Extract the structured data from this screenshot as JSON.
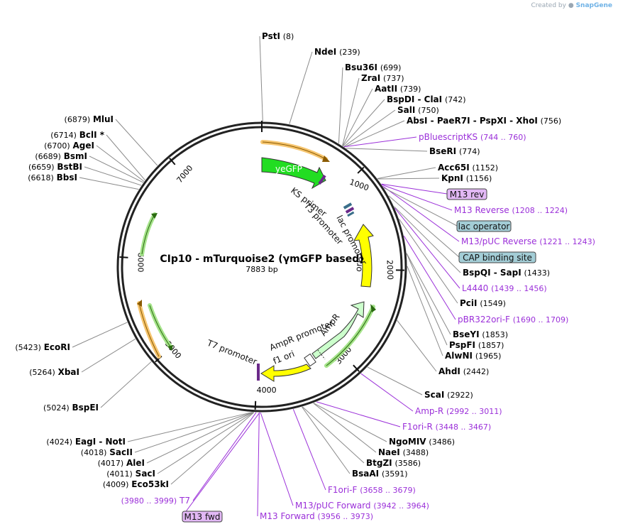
{
  "credit": {
    "prefix": "Created by",
    "brand": "SnapGene"
  },
  "plasmid": {
    "name": "CIp10 - mTurquoise2 (γmGFP based)",
    "size": "7883 bp",
    "total_bp": 7883
  },
  "ticks": [
    {
      "label": "1000",
      "bp": 1000
    },
    {
      "label": "2000",
      "bp": 2000
    },
    {
      "label": "3000",
      "bp": 3000
    },
    {
      "label": "4000",
      "bp": 4000
    },
    {
      "label": "5000",
      "bp": 5000
    },
    {
      "label": "6000",
      "bp": 6000
    },
    {
      "label": "7000",
      "bp": 7000
    }
  ],
  "enzymes": [
    {
      "name": "PstI",
      "pos": "(8)",
      "bp": 8
    },
    {
      "name": "NdeI",
      "pos": "(239)",
      "bp": 239
    },
    {
      "name": "Bsu36I",
      "pos": "(699)",
      "bp": 699
    },
    {
      "name": "ZraI",
      "pos": "(737)",
      "bp": 737
    },
    {
      "name": "AatII",
      "pos": "(739)",
      "bp": 739
    },
    {
      "name": "BspDI - ClaI",
      "pos": "(742)",
      "bp": 742
    },
    {
      "name": "SalI",
      "pos": "(750)",
      "bp": 750
    },
    {
      "name": "AbsI - PaeR7I - PspXI - XhoI",
      "pos": "(756)",
      "bp": 756
    },
    {
      "name": "BseRI",
      "pos": "(774)",
      "bp": 774
    },
    {
      "name": "Acc65I",
      "pos": "(1152)",
      "bp": 1152
    },
    {
      "name": "KpnI",
      "pos": "(1156)",
      "bp": 1156
    },
    {
      "name": "BspQI - SapI",
      "pos": "(1433)",
      "bp": 1433
    },
    {
      "name": "PciI",
      "pos": "(1549)",
      "bp": 1549
    },
    {
      "name": "BseYI",
      "pos": "(1853)",
      "bp": 1853
    },
    {
      "name": "PspFI",
      "pos": "(1857)",
      "bp": 1857
    },
    {
      "name": "AlwNI",
      "pos": "(1965)",
      "bp": 1965
    },
    {
      "name": "AhdI",
      "pos": "(2442)",
      "bp": 2442
    },
    {
      "name": "ScaI",
      "pos": "(2922)",
      "bp": 2922
    },
    {
      "name": "NgoMIV",
      "pos": "(3486)",
      "bp": 3486
    },
    {
      "name": "NaeI",
      "pos": "(3488)",
      "bp": 3488
    },
    {
      "name": "BtgZI",
      "pos": "(3586)",
      "bp": 3586
    },
    {
      "name": "BsaAI",
      "pos": "(3591)",
      "bp": 3591
    },
    {
      "name": "Eco53kI",
      "pos": "(4009)",
      "bp": 4009
    },
    {
      "name": "SacI",
      "pos": "(4011)",
      "bp": 4011
    },
    {
      "name": "AleI",
      "pos": "(4017)",
      "bp": 4017
    },
    {
      "name": "SacII",
      "pos": "(4018)",
      "bp": 4018
    },
    {
      "name": "EagI - NotI",
      "pos": "(4024)",
      "bp": 4024
    },
    {
      "name": "BspEI",
      "pos": "(5024)",
      "bp": 5024
    },
    {
      "name": "XbaI",
      "pos": "(5264)",
      "bp": 5264
    },
    {
      "name": "EcoRI",
      "pos": "(5423)",
      "bp": 5423
    },
    {
      "name": "BbsI",
      "pos": "(6618)",
      "bp": 6618
    },
    {
      "name": "BstBI",
      "pos": "(6659)",
      "bp": 6659
    },
    {
      "name": "BsmI",
      "pos": "(6689)",
      "bp": 6689
    },
    {
      "name": "AgeI",
      "pos": "(6700)",
      "bp": 6700
    },
    {
      "name": "BclI *",
      "pos": "(6714)",
      "bp": 6714
    },
    {
      "name": "MluI",
      "pos": "(6879)",
      "bp": 6879
    }
  ],
  "primers": [
    {
      "name": "pBluescriptKS",
      "pos": "(744 .. 760)",
      "bp": 752
    },
    {
      "name": "M13 Reverse",
      "pos": "(1208 .. 1224)",
      "bp": 1216
    },
    {
      "name": "M13/pUC Reverse",
      "pos": "(1221 .. 1243)",
      "bp": 1232
    },
    {
      "name": "L4440",
      "pos": "(1439 .. 1456)",
      "bp": 1447
    },
    {
      "name": "pBR322ori-F",
      "pos": "(1690 .. 1709)",
      "bp": 1700
    },
    {
      "name": "Amp-R",
      "pos": "(2992 .. 3011)",
      "bp": 3001
    },
    {
      "name": "F1ori-R",
      "pos": "(3448 .. 3467)",
      "bp": 3457
    },
    {
      "name": "F1ori-F",
      "pos": "(3658 .. 3679)",
      "bp": 3668
    },
    {
      "name": "M13/pUC Forward",
      "pos": "(3942 .. 3964)",
      "bp": 3953
    },
    {
      "name": "M13 Forward",
      "pos": "(3956 .. 3973)",
      "bp": 3964
    },
    {
      "name": "T7",
      "pos": "(3980 .. 3999)",
      "bp": 3990
    }
  ],
  "boxed_features": [
    {
      "name": "M13 rev",
      "style": "primer-box",
      "bp": 1210
    },
    {
      "name": "lac operator",
      "style": "feature-box",
      "bp": 1250
    },
    {
      "name": "CAP binding site",
      "style": "feature-box",
      "bp": 1330
    },
    {
      "name": "M13 fwd",
      "style": "primer-box",
      "bp": 3960
    }
  ],
  "inner_labels": [
    {
      "text": "yeGFP",
      "name": "yegfp-label"
    },
    {
      "text": "KS primer",
      "name": "ks-primer-label"
    },
    {
      "text": "T3 promoter",
      "name": "t3-promoter-label"
    },
    {
      "text": "lac promoter",
      "name": "lac-promoter-label"
    },
    {
      "text": "ori",
      "name": "ori-label"
    },
    {
      "text": "AmpR",
      "name": "ampr-label"
    },
    {
      "text": "AmpR promoter",
      "name": "ampr-promoter-label"
    },
    {
      "text": "f1 ori",
      "name": "f1-ori-label"
    },
    {
      "text": "T7 promoter",
      "name": "t7-promoter-label"
    }
  ],
  "colors": {
    "enzyme_text": "#000000",
    "primer_text": "#9b30d9",
    "line_gray": "#8a8a8a",
    "yegfp": "#22dd22",
    "ori": "#ffff00",
    "ampr": "#ccffcc",
    "primer_box": "#e2b8f5",
    "feature_box": "#a3cdd6",
    "orange_feature": "#f6c56f",
    "green_feature": "#a5e38a"
  }
}
